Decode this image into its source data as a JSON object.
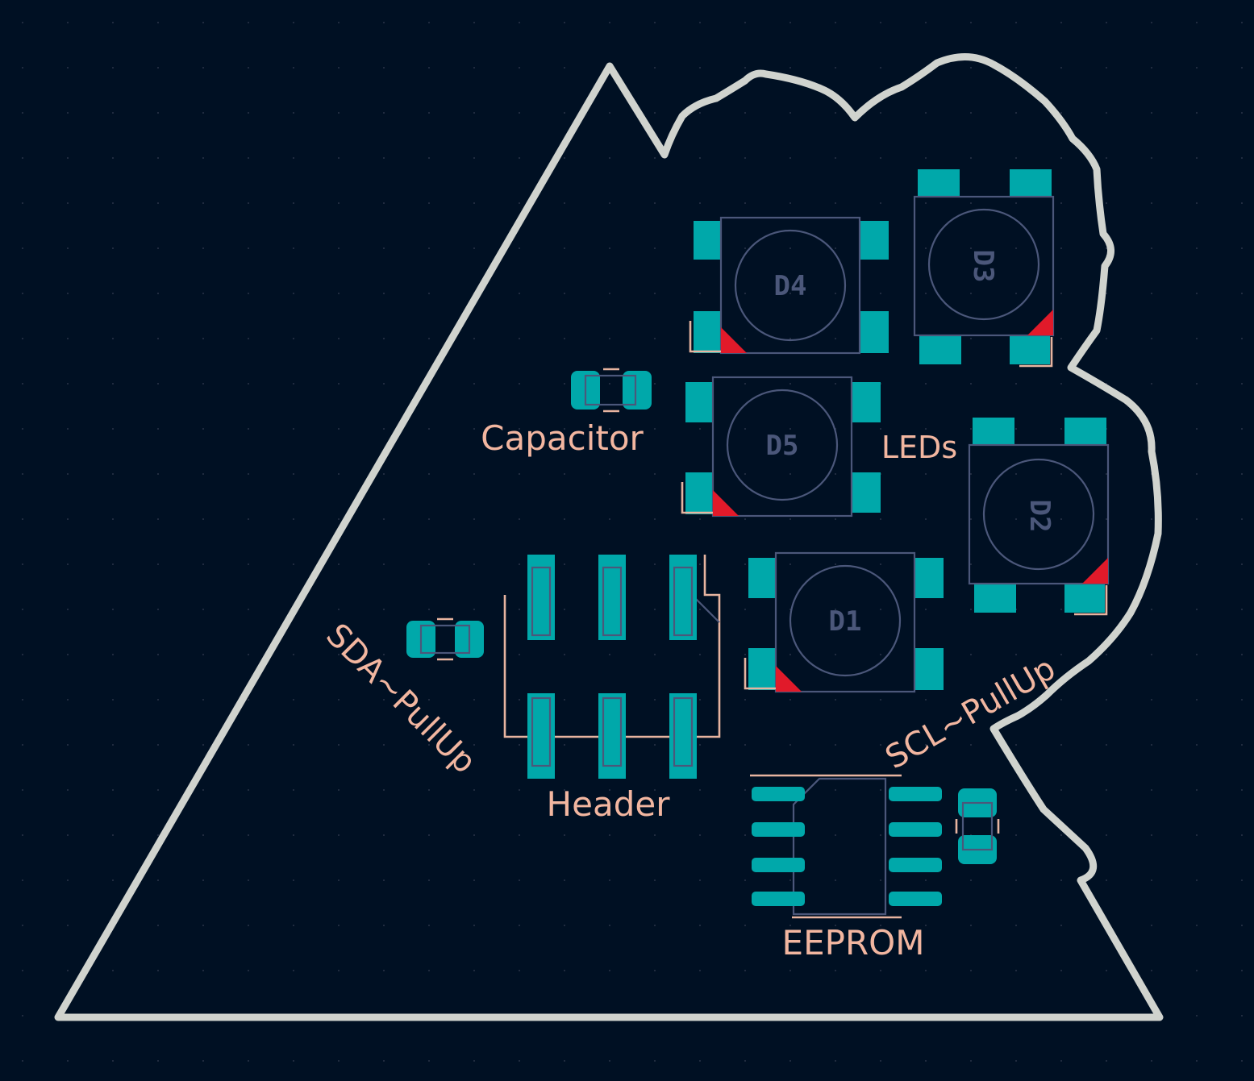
{
  "board": {
    "background_color": "#001023",
    "edge_color": "#d0d3ce",
    "pad_color": "#00a8aa",
    "silkscreen_color": "#f2b6a0",
    "fab_color": "#4b577a",
    "pin1_marker_color": "#e11a2a"
  },
  "leds": [
    {
      "ref": "D4"
    },
    {
      "ref": "D3"
    },
    {
      "ref": "D5"
    },
    {
      "ref": "D2"
    },
    {
      "ref": "D1"
    }
  ],
  "labels": {
    "capacitor": "Capacitor",
    "leds": "LEDs",
    "header": "Header",
    "eeprom": "EEPROM",
    "sda_pullup": "SDA~PullUp",
    "scl_pullup": "SCL~PullUp"
  }
}
